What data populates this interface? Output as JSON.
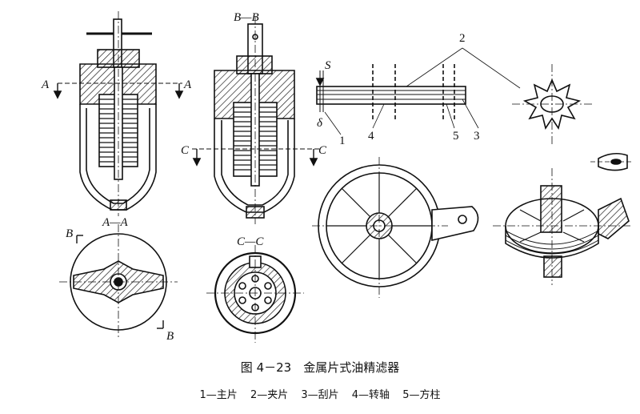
{
  "figure": {
    "caption": "图 4－23　金属片式油精滤器",
    "legend": [
      "1—主片",
      "2—夹片",
      "3—刮片",
      "4—转轴",
      "5—方柱"
    ]
  },
  "view_labels": {
    "bb": "B—B",
    "aa": "A—A",
    "cc": "C—C",
    "a": "A",
    "b": "B",
    "c": "C",
    "s": "S",
    "delta": "δ"
  },
  "part_numbers": {
    "n1": "1",
    "n2": "2",
    "n3": "3",
    "n4": "4",
    "n5": "5"
  },
  "colors": {
    "ink": "#111111",
    "hatch": "#222222",
    "background": "#ffffff"
  }
}
